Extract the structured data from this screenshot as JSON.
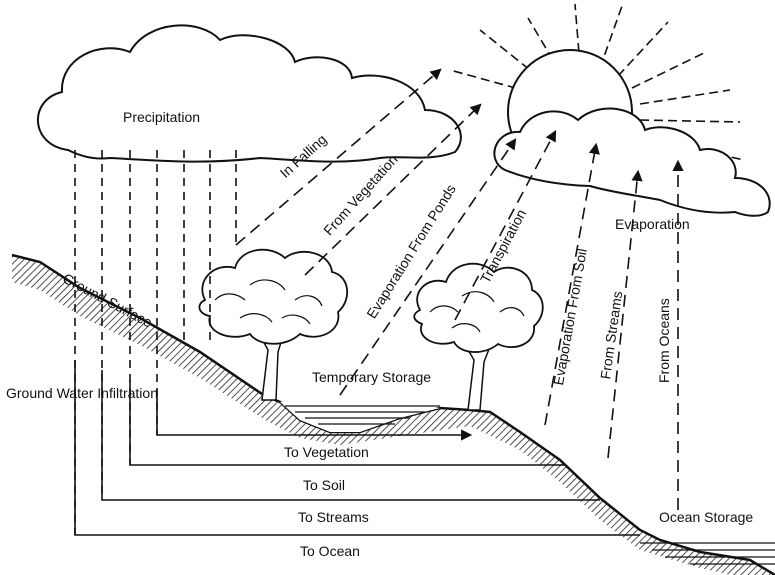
{
  "labels": {
    "precipitation": "Precipitation",
    "in_falling": "In Falling",
    "from_vegetation": "From Vegetation",
    "evaporation_from_ponds": "Evaporation From Ponds",
    "transpiration": "Transpiration",
    "evaporation_from_soil": "Evaporation From Soil",
    "from_streams": "From Streams",
    "evaporation": "Evaporation",
    "from_oceans": "From Oceans",
    "ground_surface": "Ground Surface",
    "ground_water_infiltration": "Ground Water Infiltration",
    "temporary_storage": "Temporary Storage",
    "to_vegetation": "To Vegetation",
    "to_soil": "To Soil",
    "to_streams": "To Streams",
    "to_ocean": "To Ocean",
    "ocean_storage": "Ocean Storage"
  }
}
